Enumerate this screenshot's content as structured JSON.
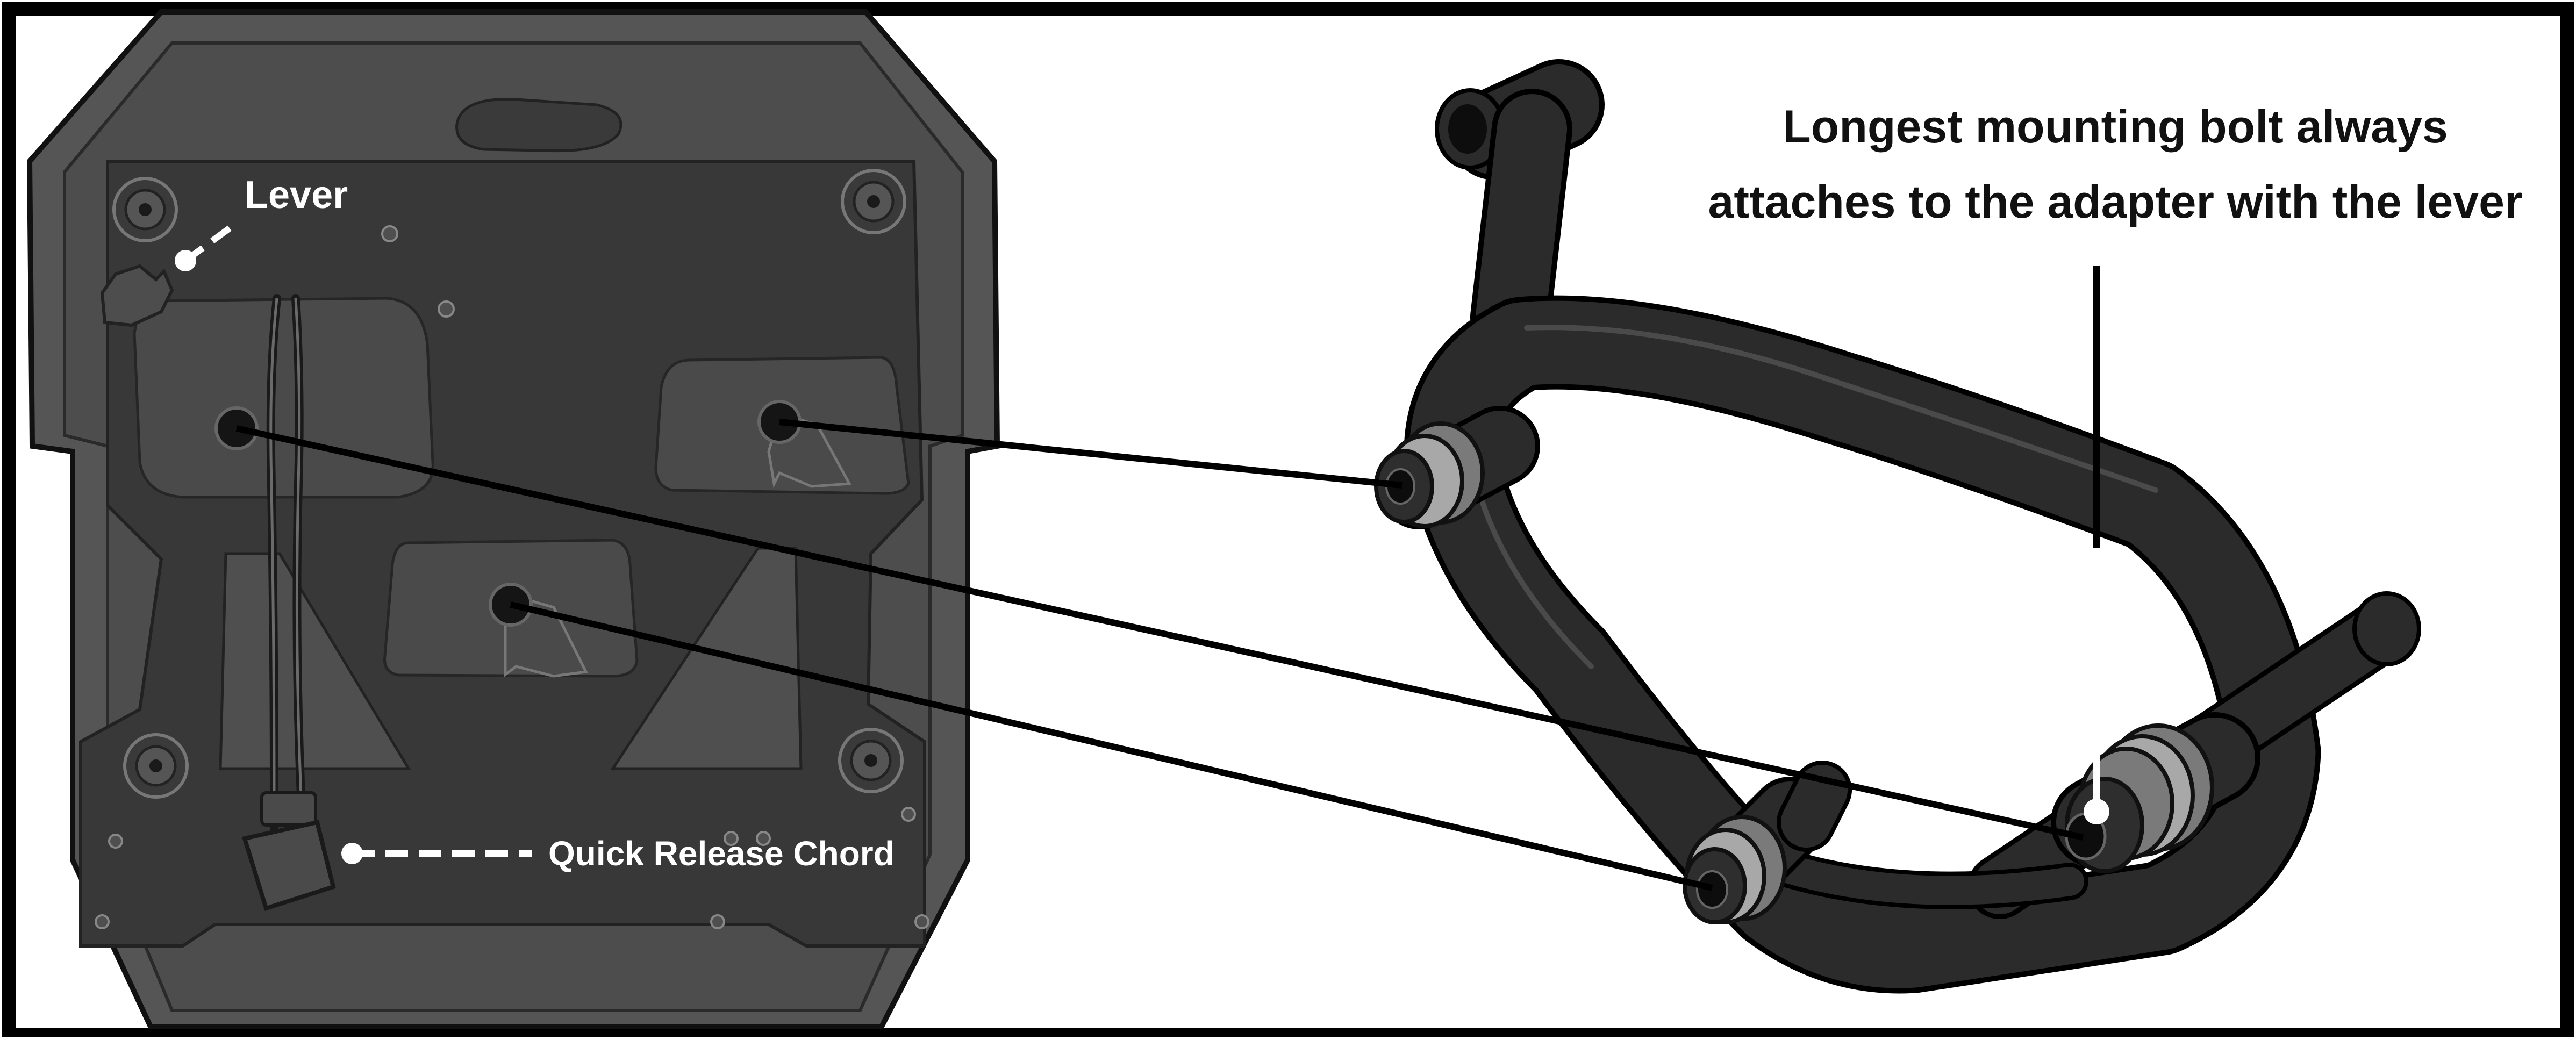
{
  "labels": {
    "lever": "Lever",
    "quick_release": "Quick Release Chord",
    "note_line1": "Longest mounting bolt always",
    "note_line2": "attaches to the adapter with the lever"
  },
  "colors": {
    "frame": "#000000",
    "housing": "#555555",
    "plate": "#383838",
    "pad": "#4a4a4a",
    "tube": "#2b2b2b",
    "washer_light": "#a8a8a8",
    "washer_mid": "#7a7a7a",
    "leader": "#000000",
    "label_white": "#ffffff"
  }
}
